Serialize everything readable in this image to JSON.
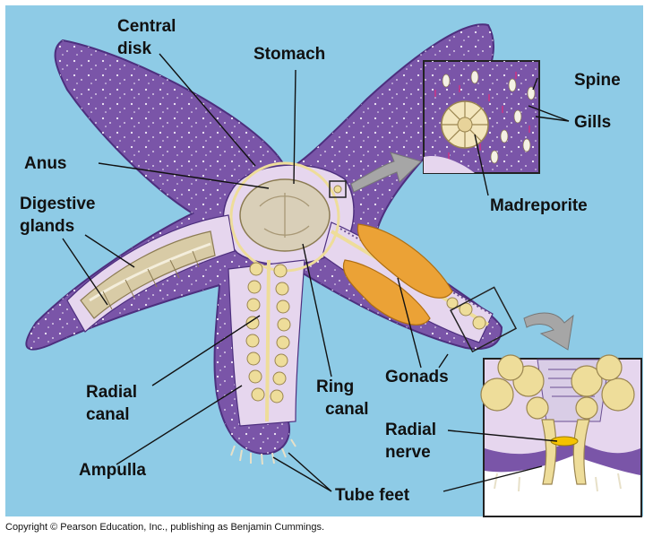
{
  "labels": {
    "central_disk": [
      "Central",
      "disk"
    ],
    "stomach": "Stomach",
    "spine": "Spine",
    "gills": "Gills",
    "anus": "Anus",
    "madreporite": "Madreporite",
    "digestive_glands": [
      "Digestive",
      "glands"
    ],
    "radial_canal": [
      "Radial",
      "canal"
    ],
    "ring_canal": [
      "Ring",
      "canal"
    ],
    "gonads": "Gonads",
    "radial_nerve": [
      "Radial",
      "nerve"
    ],
    "ampulla": "Ampulla",
    "tube_feet": "Tube feet"
  },
  "copyright": "Copyright © Pearson Education, Inc., publishing as Benjamin Cummings.",
  "colors": {
    "background": "#8ecbe6",
    "body": "#7a55a8",
    "cutaway": "#e6d6ee",
    "digestive": "#d8cba6",
    "gonad": "#eba236",
    "ampulla": "#eedd9a",
    "inset_border": "#222222"
  }
}
